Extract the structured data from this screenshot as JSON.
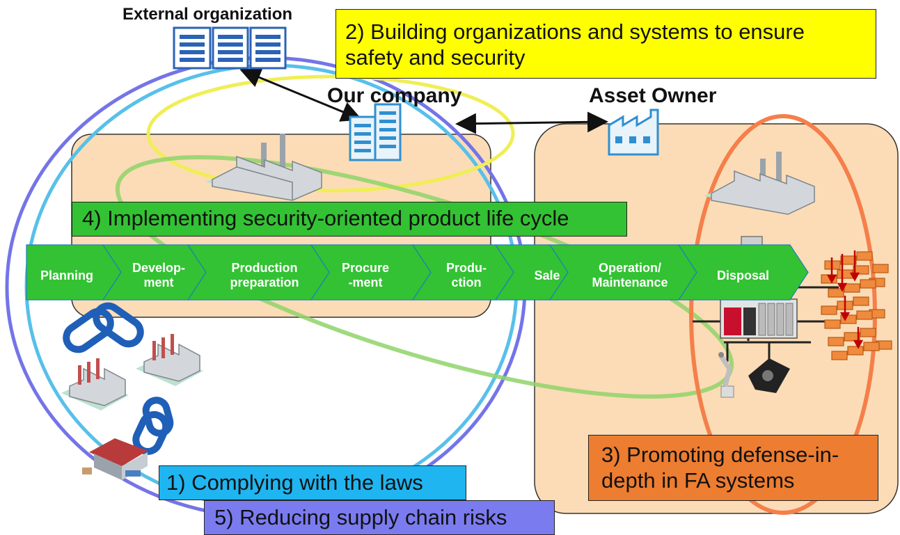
{
  "labels": {
    "external_org": "External organization",
    "our_company": "Our company",
    "asset_owner": "Asset Owner"
  },
  "boxes": {
    "item2": "2) Building organizations and systems to ensure safety and security",
    "item4": "4) Implementing security-oriented product life cycle",
    "item3": "3) Promoting defense-in-depth in FA systems",
    "item1": "1) Complying with the laws",
    "item5": "5) Reducing supply chain risks"
  },
  "lifecycle": [
    "Planning",
    "Develop-\nment",
    "Production\npreparation",
    "Procure\n-ment",
    "Produ-\nction",
    "Sale",
    "Operation/\nMaintenance",
    "Disposal"
  ],
  "colors": {
    "area_fill": "#fbdcb6",
    "lifecycle_green": "#33c233",
    "yellow": "#ffff00",
    "orange": "#ed7d31",
    "cyan": "#1fb5f0",
    "purple": "#7b7bf0",
    "ring_green": "#8fd36a",
    "ring_blue": "#57c0ea",
    "ring_purple": "#7474e8",
    "ring_orange": "#f57f4a",
    "ring_yellow": "#f0ee55"
  },
  "icons": [
    "office-building-icon",
    "factory-icon",
    "chain-link-icon",
    "warehouse-icon",
    "plc-controller-icon",
    "robot-arm-icon",
    "firewall-icon"
  ]
}
